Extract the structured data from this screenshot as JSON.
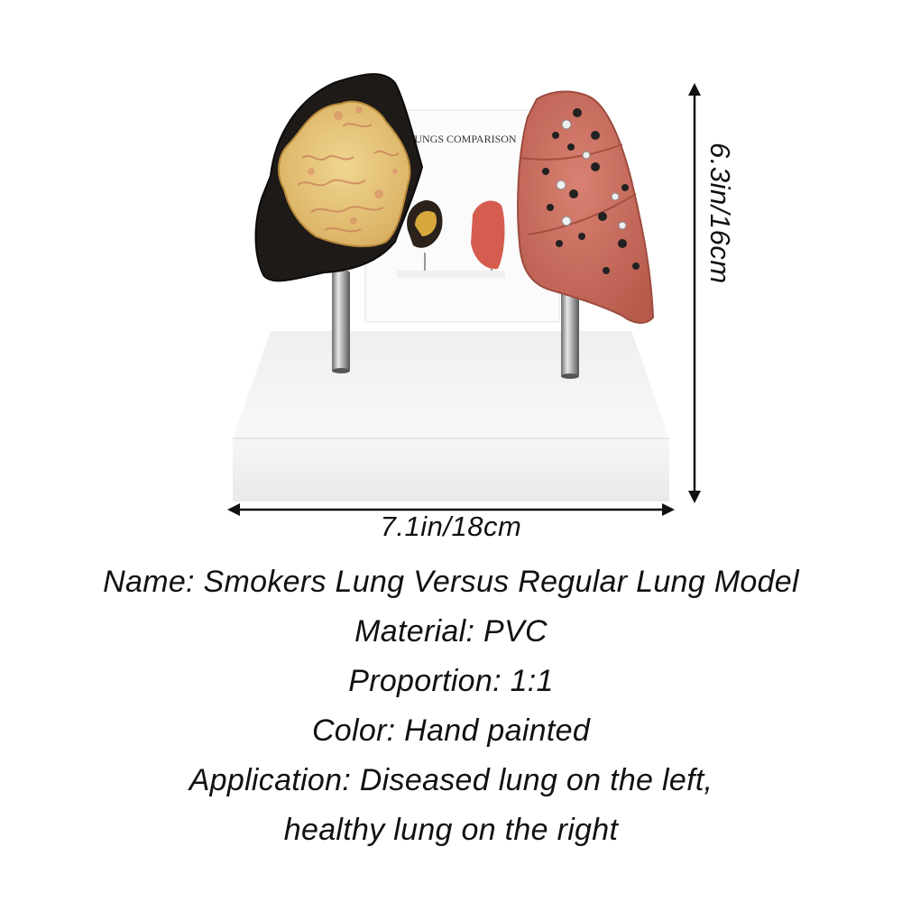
{
  "product_photo": {
    "description_icon": "lung-model-photo",
    "card_title": "LUNGS COMPARISON"
  },
  "dimensions": {
    "width_label": "7.1in/18cm",
    "height_label": "6.3in/16cm"
  },
  "specs": [
    "Name: Smokers Lung Versus Regular Lung Model",
    "Material: PVC",
    "Proportion: 1:1",
    "Color: Hand painted",
    "Application: Diseased lung on the left,",
    "healthy lung on the right"
  ],
  "colors": {
    "background": "#ffffff",
    "text": "#111111",
    "base": "#f4f4f4",
    "diseased_lung": "#1e1a18",
    "tumor": "#e8c77a",
    "healthy_lung": "#c9685a"
  }
}
